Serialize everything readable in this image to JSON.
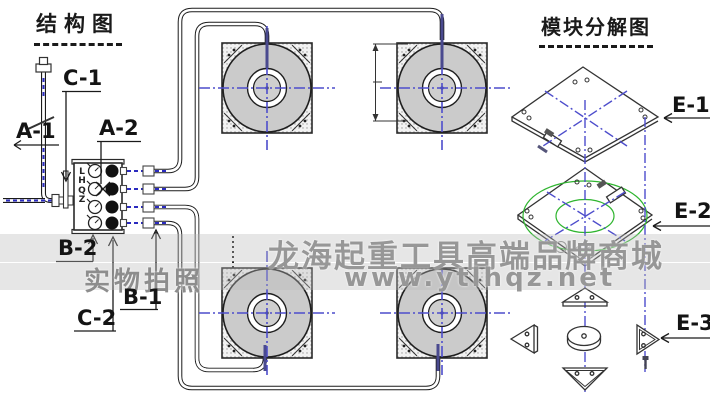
{
  "titles": {
    "left": "结构图",
    "right": "模块分解图"
  },
  "labels": {
    "a1": "A-1",
    "a2": "A-2",
    "b1": "B-1",
    "b2": "B-2",
    "c1": "C-1",
    "c2": "C-2",
    "e1": "E-1",
    "e2": "E-2",
    "e3": "E-3"
  },
  "manifold": {
    "brand": "LHQZ"
  },
  "watermark": {
    "line1": "龙海起重工具高端品牌商城",
    "line2": "www.ytlhqz.net",
    "photo_note": "实物拍照"
  },
  "colors": {
    "centerline_blue": "#4d4dcc",
    "hose_dash_blue": "#2b2bbf",
    "hose_end_purple": "#4a4a8f",
    "green_circle": "#2fb52f",
    "watermark_gray": "#979797",
    "line_black": "#1a1a1a"
  }
}
